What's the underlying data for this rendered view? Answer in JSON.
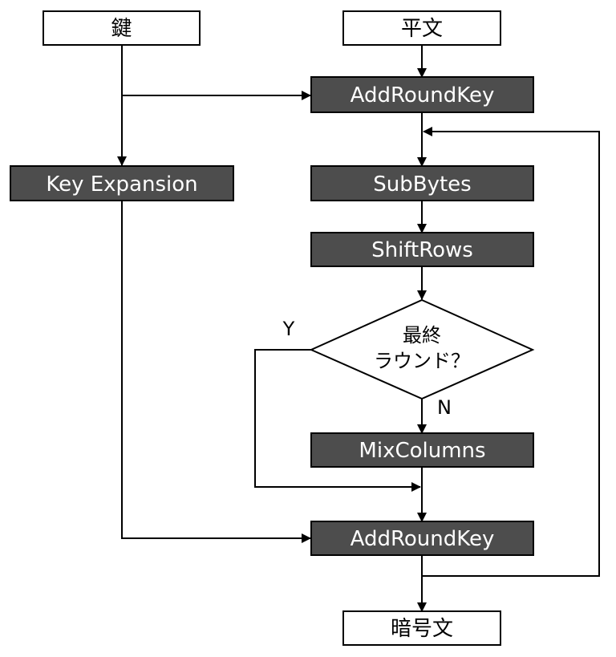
{
  "nodes": {
    "key": "鍵",
    "plaintext": "平文",
    "add_round_key_initial": "AddRoundKey",
    "key_expansion": "Key Expansion",
    "sub_bytes": "SubBytes",
    "shift_rows": "ShiftRows",
    "last_round_line1": "最終",
    "last_round_line2": "ラウンド？",
    "mix_columns": "MixColumns",
    "add_round_key_round": "AddRoundKey",
    "ciphertext": "暗号文"
  },
  "edge_labels": {
    "yes": "Y",
    "no": "N"
  },
  "colors": {
    "process_fill": "#4d4d4d",
    "process_text": "#ffffff",
    "io_fill": "#ffffff",
    "line": "#000000"
  }
}
